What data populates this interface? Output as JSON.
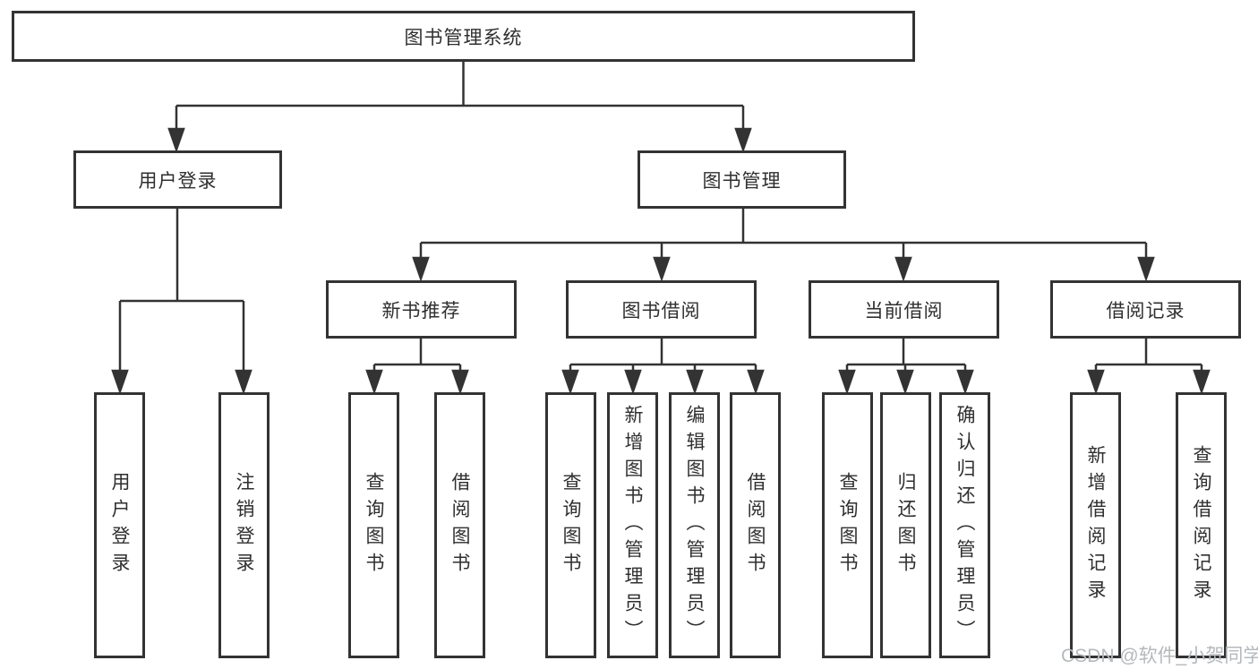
{
  "diagram": {
    "root": "图书管理系统",
    "branches": {
      "user_login": {
        "label": "用户登录",
        "children": [
          "用户登录",
          "注销登录"
        ]
      },
      "book_management": {
        "label": "图书管理",
        "sections": [
          {
            "label": "新书推荐",
            "children": [
              "查询图书",
              "借阅图书"
            ]
          },
          {
            "label": "图书借阅",
            "children": [
              "查询图书",
              "新增图书（管理员）",
              "编辑图书（管理员）",
              "借阅图书"
            ]
          },
          {
            "label": "当前借阅",
            "children": [
              "查询图书",
              "归还图书",
              "确认归还（管理员）"
            ]
          },
          {
            "label": "借阅记录",
            "children": [
              "新增借阅记录",
              "查询借阅记录"
            ]
          }
        ]
      }
    },
    "watermark": "CSDN @软件_小贺同学",
    "colors": {
      "line": "#333333",
      "text": "#2f2f2f",
      "watermark": "#b5b9bc",
      "background": "#ffffff"
    }
  }
}
